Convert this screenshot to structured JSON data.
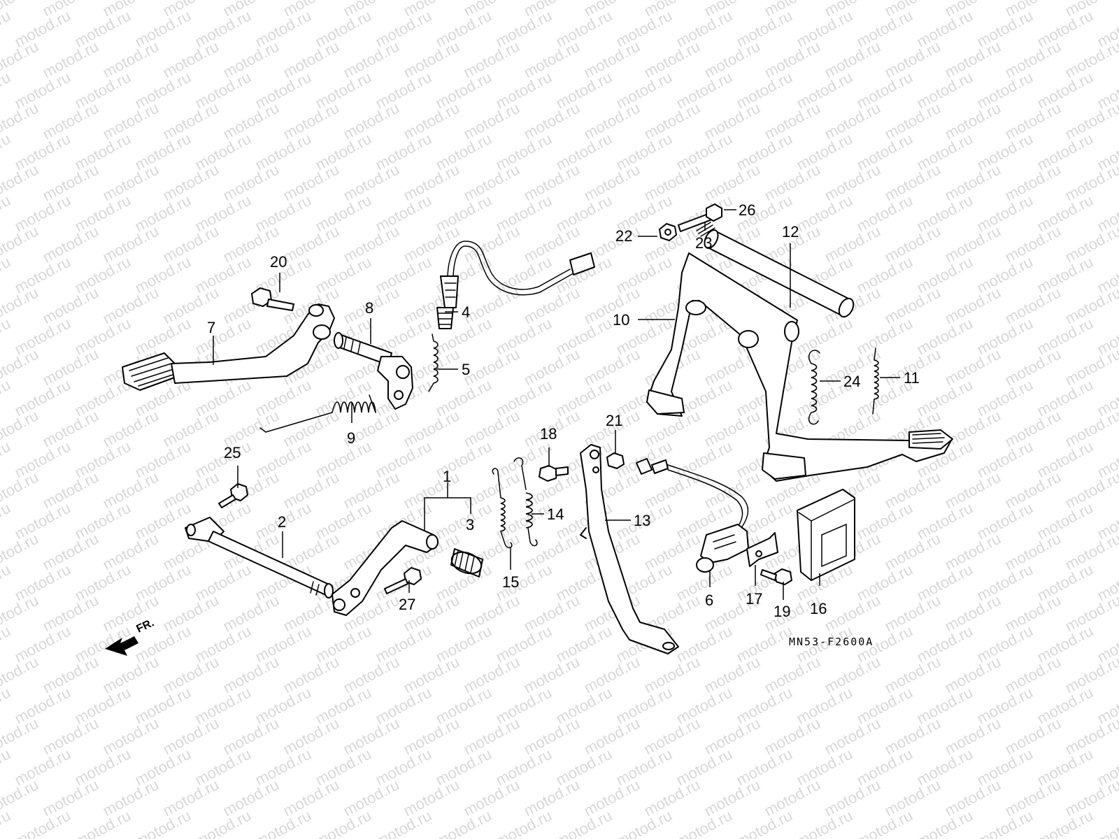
{
  "diagram": {
    "drawing_code": "MN53-F2600A",
    "front_marker": "FR.",
    "watermark": "motod.ru",
    "callouts": [
      {
        "id": "1",
        "label": "1"
      },
      {
        "id": "2",
        "label": "2"
      },
      {
        "id": "3",
        "label": "3"
      },
      {
        "id": "4",
        "label": "4"
      },
      {
        "id": "5",
        "label": "5"
      },
      {
        "id": "6",
        "label": "6"
      },
      {
        "id": "7",
        "label": "7"
      },
      {
        "id": "8",
        "label": "8"
      },
      {
        "id": "9",
        "label": "9"
      },
      {
        "id": "10",
        "label": "10"
      },
      {
        "id": "11",
        "label": "11"
      },
      {
        "id": "12",
        "label": "12"
      },
      {
        "id": "13",
        "label": "13"
      },
      {
        "id": "14",
        "label": "14"
      },
      {
        "id": "15",
        "label": "15"
      },
      {
        "id": "16",
        "label": "16"
      },
      {
        "id": "17",
        "label": "17"
      },
      {
        "id": "18",
        "label": "18"
      },
      {
        "id": "19",
        "label": "19"
      },
      {
        "id": "20",
        "label": "20"
      },
      {
        "id": "21",
        "label": "21"
      },
      {
        "id": "22",
        "label": "22"
      },
      {
        "id": "23",
        "label": "23"
      },
      {
        "id": "24",
        "label": "24"
      },
      {
        "id": "25",
        "label": "25"
      },
      {
        "id": "26",
        "label": "26"
      },
      {
        "id": "27",
        "label": "27"
      }
    ]
  }
}
